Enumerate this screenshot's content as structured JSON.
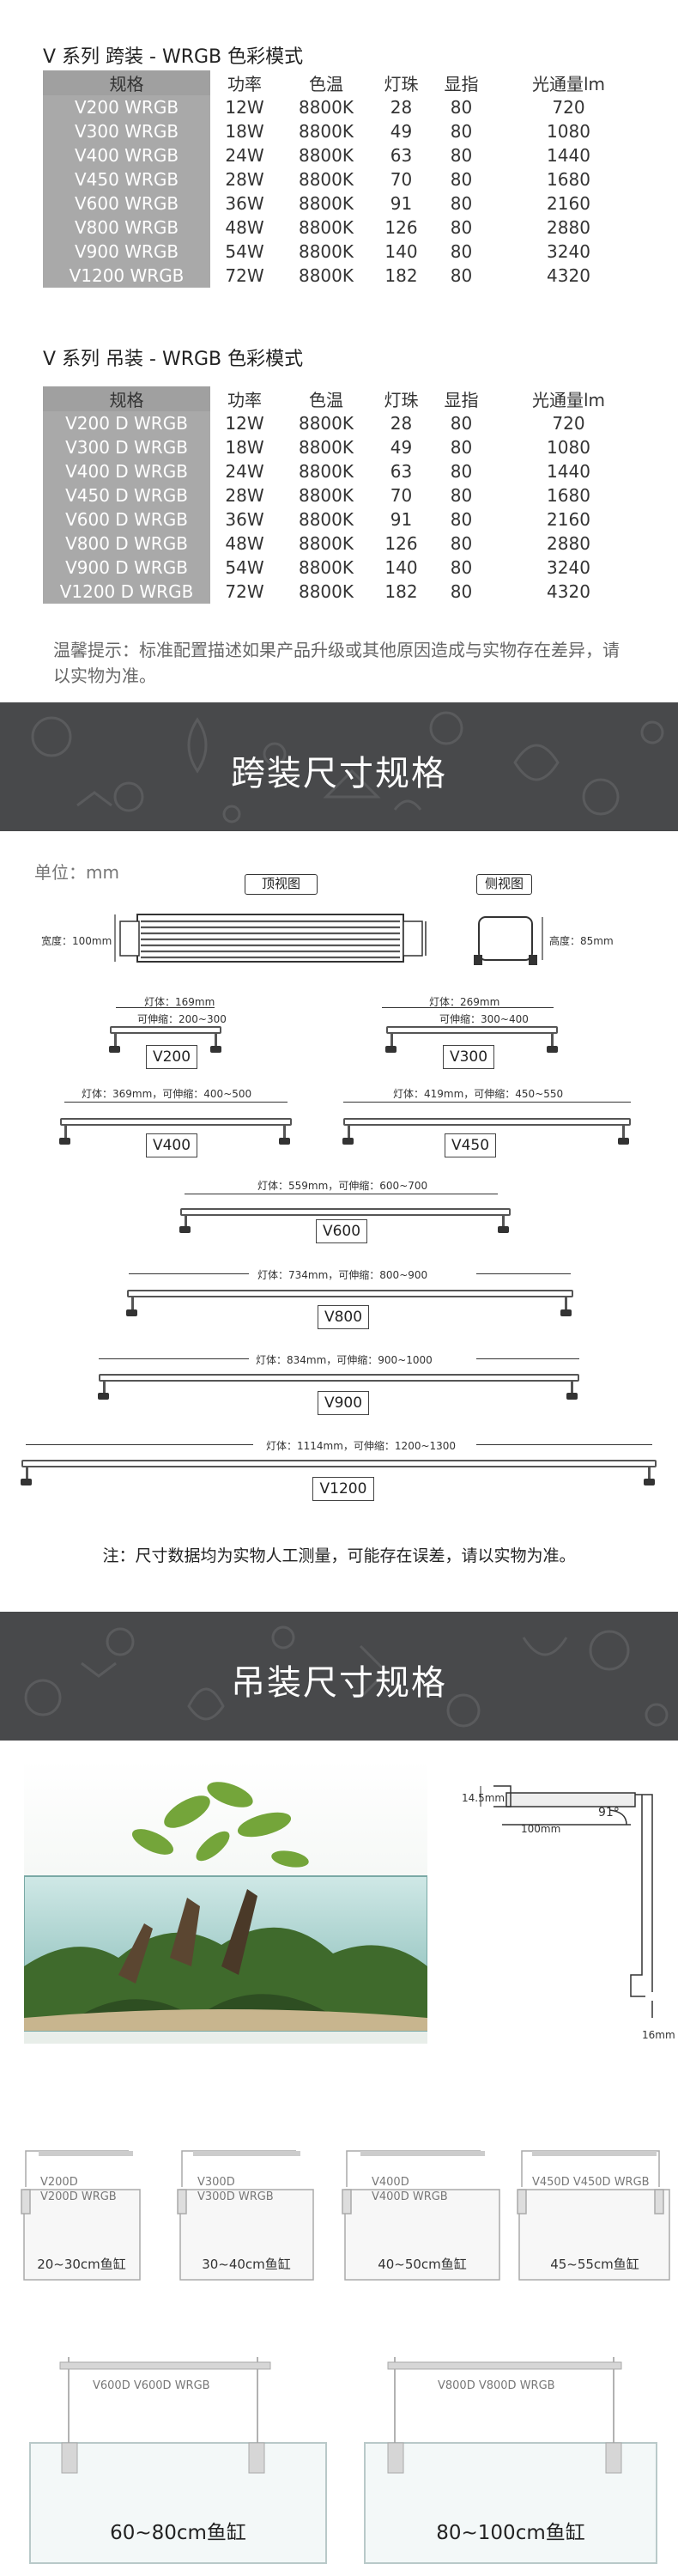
{
  "span_table": {
    "title": "V 系列 跨装 - WRGB 色彩模式",
    "headers": [
      "规格",
      "功率",
      "色温",
      "灯珠",
      "显指",
      "光通量lm"
    ],
    "rows": [
      [
        "V200 WRGB",
        "12W",
        "8800K",
        "28",
        "80",
        "720"
      ],
      [
        "V300 WRGB",
        "18W",
        "8800K",
        "49",
        "80",
        "1080"
      ],
      [
        "V400 WRGB",
        "24W",
        "8800K",
        "63",
        "80",
        "1440"
      ],
      [
        "V450 WRGB",
        "28W",
        "8800K",
        "70",
        "80",
        "1680"
      ],
      [
        "V600 WRGB",
        "36W",
        "8800K",
        "91",
        "80",
        "2160"
      ],
      [
        "V800 WRGB",
        "48W",
        "8800K",
        "126",
        "80",
        "2880"
      ],
      [
        "V900 WRGB",
        "54W",
        "8800K",
        "140",
        "80",
        "3240"
      ],
      [
        "V1200 WRGB",
        "72W",
        "8800K",
        "182",
        "80",
        "4320"
      ]
    ]
  },
  "hang_table": {
    "title": "V 系列 吊装 - WRGB 色彩模式",
    "headers": [
      "规格",
      "功率",
      "色温",
      "灯珠",
      "显指",
      "光通量lm"
    ],
    "rows": [
      [
        "V200 D WRGB",
        "12W",
        "8800K",
        "28",
        "80",
        "720"
      ],
      [
        "V300 D WRGB",
        "18W",
        "8800K",
        "49",
        "80",
        "1080"
      ],
      [
        "V400 D WRGB",
        "24W",
        "8800K",
        "63",
        "80",
        "1440"
      ],
      [
        "V450 D WRGB",
        "28W",
        "8800K",
        "70",
        "80",
        "1680"
      ],
      [
        "V600 D WRGB",
        "36W",
        "8800K",
        "91",
        "80",
        "2160"
      ],
      [
        "V800 D WRGB",
        "48W",
        "8800K",
        "126",
        "80",
        "2880"
      ],
      [
        "V900 D WRGB",
        "54W",
        "8800K",
        "140",
        "80",
        "3240"
      ],
      [
        "V1200 D WRGB",
        "72W",
        "8800K",
        "182",
        "80",
        "4320"
      ]
    ]
  },
  "notice": "温馨提示：标准配置描述如果产品升级或其他原因造成与实物存在差异，请以实物为准。",
  "span_banner": {
    "title": "跨装尺寸规格"
  },
  "span_dims": {
    "unit": "单位：mm",
    "top_view": "顶视图",
    "side_view": "侧视图",
    "width_label": "宽度：100mm",
    "height_label": "高度：85mm",
    "models": [
      {
        "name": "V200",
        "body": "灯体：169mm",
        "ext": "可伸缩：200~300"
      },
      {
        "name": "V300",
        "body": "灯体：269mm",
        "ext": "可伸缩：300~400"
      },
      {
        "name": "V400",
        "body": "灯体：369mm，可伸缩：400~500"
      },
      {
        "name": "V450",
        "body": "灯体：419mm，可伸缩：450~550"
      },
      {
        "name": "V600",
        "body": "灯体：559mm，可伸缩：600~700"
      },
      {
        "name": "V800",
        "body": "灯体：734mm，可伸缩：800~900"
      },
      {
        "name": "V900",
        "body": "灯体：834mm，可伸缩：900~1000"
      },
      {
        "name": "V1200",
        "body": "灯体：1114mm，可伸缩：1200~1300"
      }
    ],
    "note": "注：尺寸数据均为实物人工测量，可能存在误差，请以实物为准。"
  },
  "hang_banner": {
    "title": "吊装尺寸规格"
  },
  "hang_dims": {
    "d1": "14.5mm",
    "d2": "100mm",
    "angle": "91°",
    "d3": "16mm",
    "tanks": [
      {
        "models": [
          "V200D",
          "V200D WRGB"
        ],
        "label": "20~30cm鱼缸"
      },
      {
        "models": [
          "V300D",
          "V300D WRGB"
        ],
        "label": "30~40cm鱼缸"
      },
      {
        "models": [
          "V400D",
          "V400D WRGB"
        ],
        "label": "40~50cm鱼缸"
      },
      {
        "models": [
          "V450D  V450D WRGB"
        ],
        "label": "45~55cm鱼缸"
      }
    ],
    "big_tanks": [
      {
        "models": "V600D   V600D WRGB",
        "label": "60~80cm鱼缸"
      },
      {
        "models": "V800D   V800D WRGB",
        "label": "80~100cm鱼缸"
      }
    ]
  }
}
